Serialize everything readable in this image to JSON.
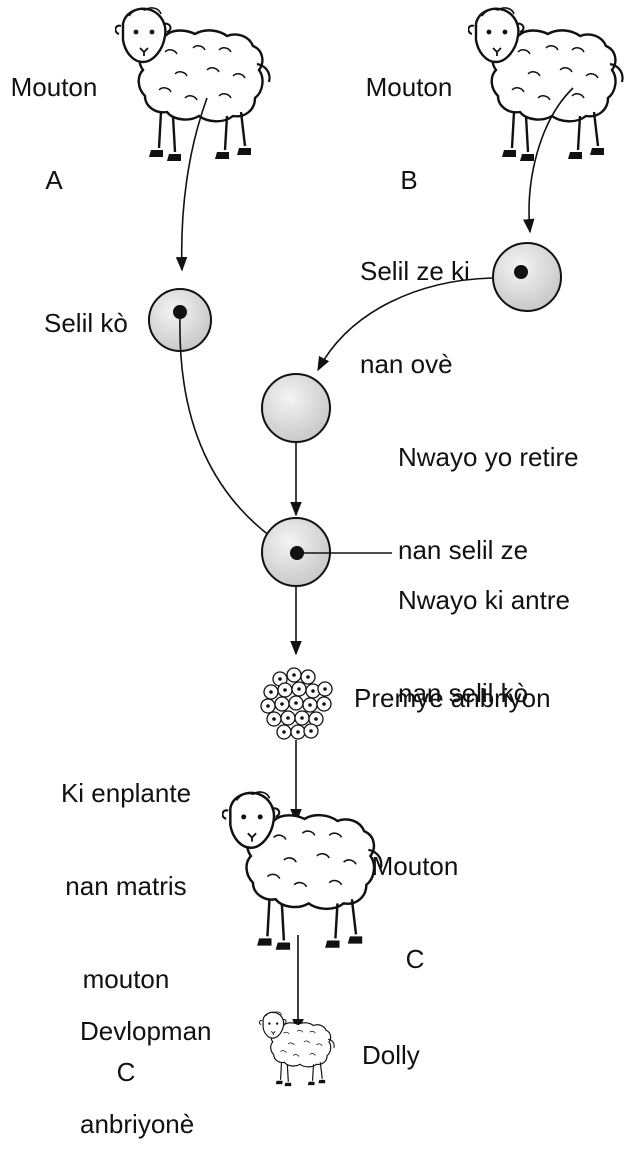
{
  "colors": {
    "ink": "#111111",
    "cell_fill": "#d4d4d4",
    "cell_highlight": "#f4f4f4"
  },
  "labels": {
    "sheep_a": [
      "Mouton",
      "A"
    ],
    "sheep_b": [
      "Mouton",
      "B"
    ],
    "egg_cell": [
      "Selil ze ki",
      "nan ovè"
    ],
    "body_cell": "Selil kò",
    "nucleus_removed": [
      "Nwayo yo retire",
      "nan selil ze"
    ],
    "nucleus_inserted": [
      "Nwayo ki antre",
      "nan selil kò"
    ],
    "early_embryo": "Premye anbriyon",
    "implanted": [
      "Ki enplante",
      "nan matris",
      "mouton",
      "C"
    ],
    "sheep_c": [
      "Mouton",
      "C"
    ],
    "development": [
      "Devlopman",
      "anbriyonè"
    ],
    "dolly": "Dolly"
  },
  "icons": [
    "sheep-icon",
    "cell-icon",
    "nucleus-icon",
    "embryo-icon",
    "lamb-icon"
  ]
}
